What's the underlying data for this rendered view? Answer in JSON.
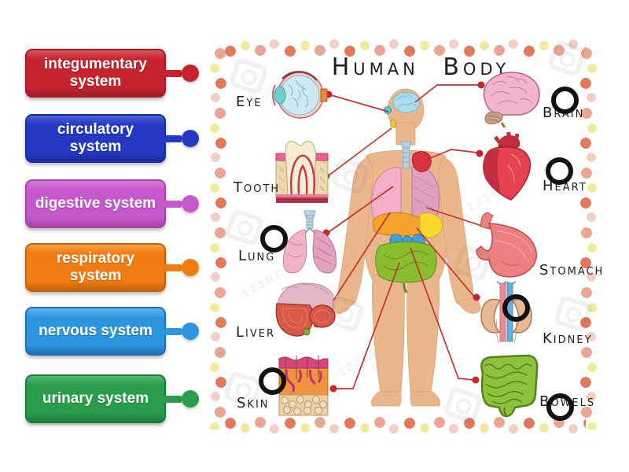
{
  "cards": [
    {
      "label": "integumentary system",
      "color": "#c5232e",
      "light": "#d9575f",
      "border": "#a01e28"
    },
    {
      "label": "circulatory system",
      "color": "#2438c4",
      "light": "#5063d8",
      "border": "#1b2d9c"
    },
    {
      "label": "digestive system",
      "color": "#c558cb",
      "light": "#d57cda",
      "border": "#a245a8"
    },
    {
      "label": "respiratory system",
      "color": "#f07c12",
      "light": "#f69e45",
      "border": "#c26207"
    },
    {
      "label": "nervous system",
      "color": "#2d95de",
      "light": "#60b3e9",
      "border": "#2170ab"
    },
    {
      "label": "urinary system",
      "color": "#2a9d4d",
      "light": "#55b773",
      "border": "#1d7a39"
    }
  ],
  "diagram": {
    "title": "Human Body",
    "watermark": "123RF",
    "organs": [
      {
        "id": "eye",
        "label": "Eye",
        "has_drop_target": false
      },
      {
        "id": "tooth",
        "label": "Tooth",
        "has_drop_target": false
      },
      {
        "id": "lung",
        "label": "Lung",
        "has_drop_target": true
      },
      {
        "id": "liver",
        "label": "Liver",
        "has_drop_target": false
      },
      {
        "id": "skin",
        "label": "Skin",
        "has_drop_target": true
      },
      {
        "id": "brain",
        "label": "Brain",
        "has_drop_target": true
      },
      {
        "id": "heart",
        "label": "Heart",
        "has_drop_target": true
      },
      {
        "id": "stomach",
        "label": "Stomach",
        "has_drop_target": false
      },
      {
        "id": "kidney",
        "label": "Kidney",
        "has_drop_target": true
      },
      {
        "id": "bowels",
        "label": "Bowels",
        "has_drop_target": true
      }
    ]
  }
}
